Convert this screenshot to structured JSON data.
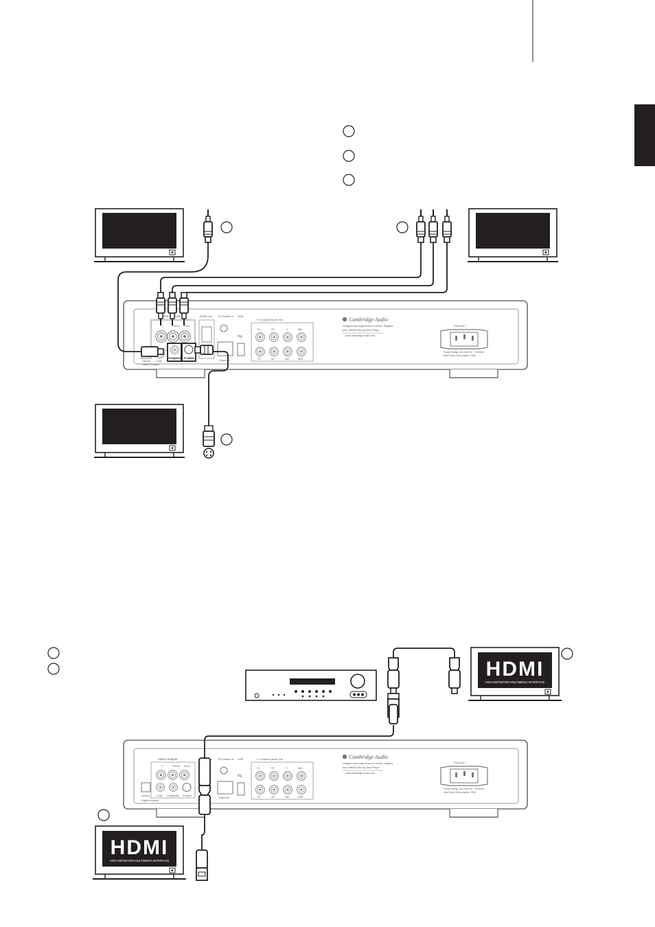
{
  "panel": {
    "brand": "Cambridge Audio",
    "tagline": "Designed and engineered in London, England",
    "model": "Azur 650BD Blu-ray Disc Player",
    "website": "www.cambridge-audio.com",
    "section_video_outputs": "Video Outputs",
    "section_hdmi_out": "HDMI Out",
    "section_ir": "IR Emitter In",
    "section_usb": "USB",
    "section_7_1": "7.1 Channel Audio Out",
    "label_y": "Y",
    "label_pbcb": "Pb/Cb",
    "label_prcr": "Pr/Cr",
    "label_optical": "Optical",
    "label_coax": "Coax",
    "label_composite": "Composite",
    "label_svideo": "S-video",
    "label_digital_outputs": "Digital Outputs",
    "label_ethernet": "Ethernet",
    "ch_top": [
      "FL",
      "FR",
      "C",
      "SBL"
    ],
    "ch_bottom": [
      "FR",
      "SR",
      "SW",
      "SBR"
    ],
    "power_label": "Power AC ~",
    "power_rating": "Power Rating: 100-240V AC ~ 50-60Hz",
    "power_consumption": "Max Power Consumption: 30W"
  },
  "logos": {
    "hdmi_word": "HDMI",
    "hdmi_sub": "HIGH-DEFINITION MULTIMEDIA INTERFACE"
  }
}
